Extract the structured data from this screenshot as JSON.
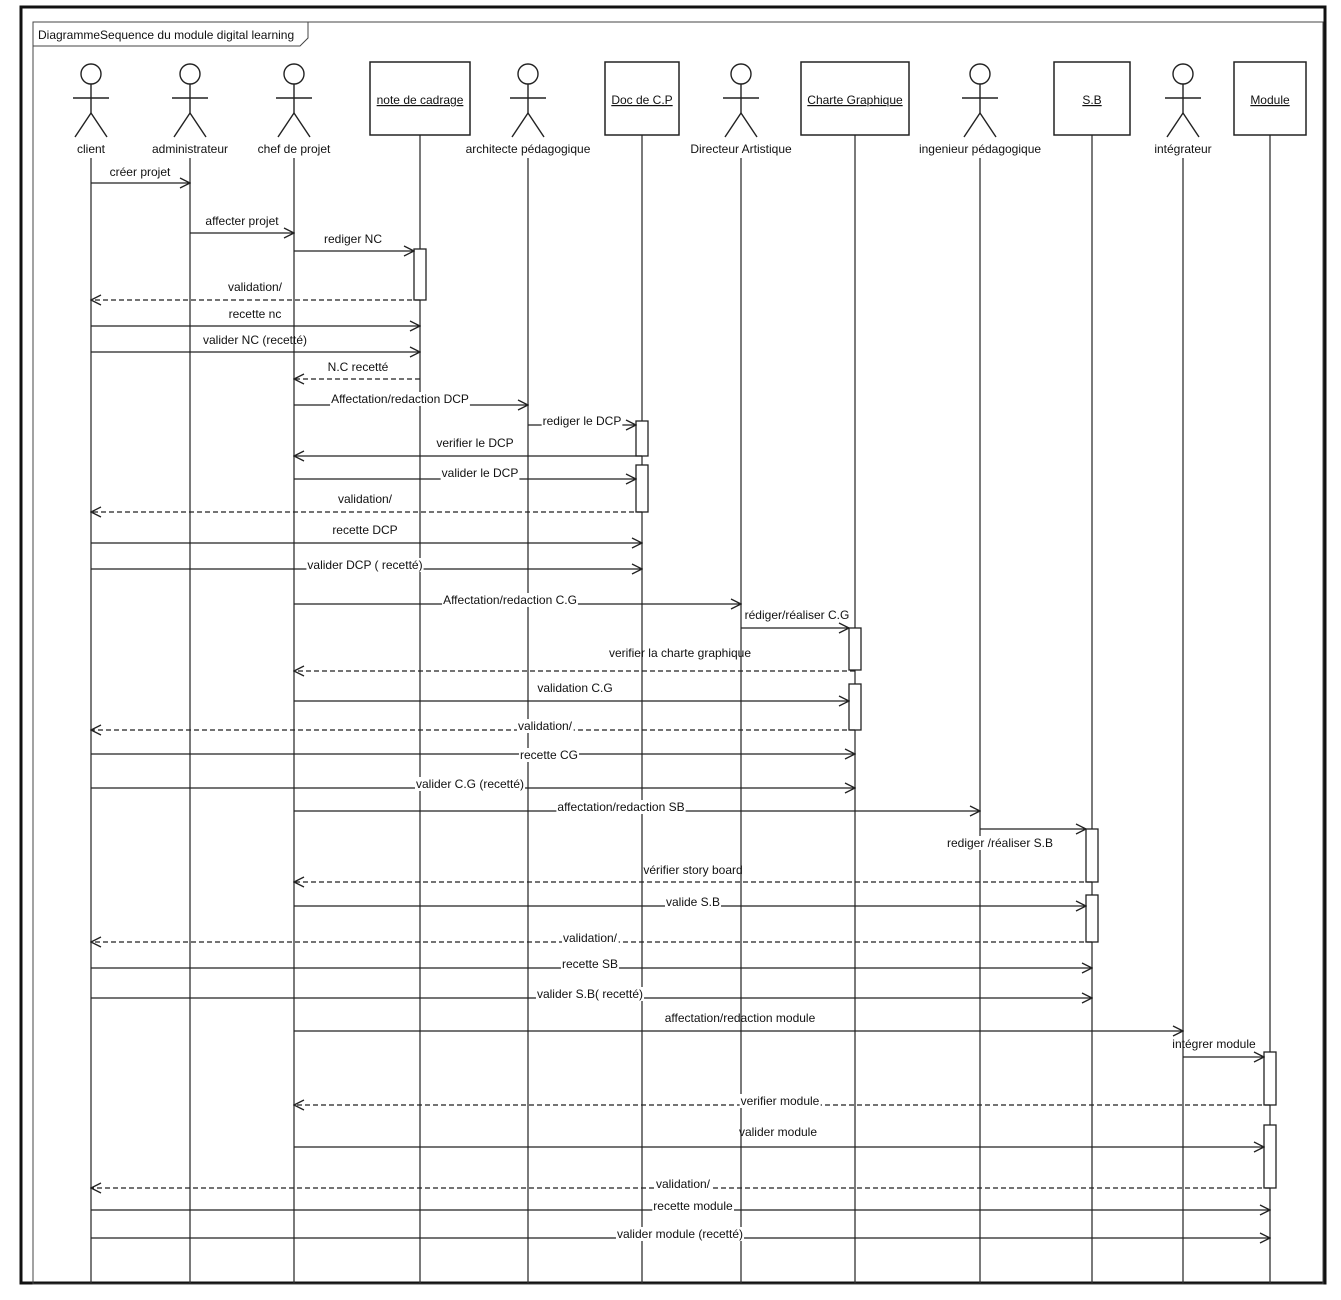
{
  "frame_title": "DiagrammeSequence du module digital learning",
  "participants": [
    {
      "kind": "actor",
      "label": "client"
    },
    {
      "kind": "actor",
      "label": "administrateur"
    },
    {
      "kind": "actor",
      "label": "chef de projet"
    },
    {
      "kind": "object",
      "label": "note de cadrage"
    },
    {
      "kind": "actor",
      "label": "architecte pédagogique"
    },
    {
      "kind": "object",
      "label": "Doc de C.P"
    },
    {
      "kind": "actor",
      "label": "Directeur Artistique"
    },
    {
      "kind": "object",
      "label": "Charte Graphique"
    },
    {
      "kind": "actor",
      "label": "ingenieur pédagogique"
    },
    {
      "kind": "object",
      "label": "S.B"
    },
    {
      "kind": "actor",
      "label": "intégrateur"
    },
    {
      "kind": "object",
      "label": "Module"
    }
  ],
  "messages": [
    {
      "from": 0,
      "to": 1,
      "label": "créer projet",
      "dashed": false
    },
    {
      "from": 1,
      "to": 2,
      "label": "affecter projet",
      "dashed": false
    },
    {
      "from": 2,
      "to": 3,
      "label": "rediger NC",
      "dashed": false
    },
    {
      "from": 3,
      "to": 0,
      "label": "validation/",
      "dashed": true
    },
    {
      "from": 0,
      "to": 3,
      "label": "recette nc",
      "dashed": false
    },
    {
      "from": 0,
      "to": 3,
      "label": "valider NC (recetté)",
      "dashed": false
    },
    {
      "from": 3,
      "to": 2,
      "label": "N.C recetté",
      "dashed": true
    },
    {
      "from": 2,
      "to": 4,
      "label": "Affectation/redaction DCP",
      "dashed": false
    },
    {
      "from": 4,
      "to": 5,
      "label": "rediger le DCP",
      "dashed": false
    },
    {
      "from": 5,
      "to": 2,
      "label": "verifier le DCP",
      "dashed": false
    },
    {
      "from": 2,
      "to": 5,
      "label": "valider le DCP",
      "dashed": false
    },
    {
      "from": 5,
      "to": 0,
      "label": "validation/",
      "dashed": true
    },
    {
      "from": 0,
      "to": 5,
      "label": "recette DCP",
      "dashed": false
    },
    {
      "from": 0,
      "to": 5,
      "label": "valider DCP ( recetté)",
      "dashed": false
    },
    {
      "from": 2,
      "to": 6,
      "label": "Affectation/redaction C.G",
      "dashed": false
    },
    {
      "from": 6,
      "to": 7,
      "label": "rédiger/réaliser C.G",
      "dashed": false
    },
    {
      "from": 7,
      "to": 2,
      "label": "verifier la charte graphique",
      "dashed": true
    },
    {
      "from": 2,
      "to": 7,
      "label": "validation C.G",
      "dashed": false
    },
    {
      "from": 7,
      "to": 0,
      "label": "validation/",
      "dashed": true
    },
    {
      "from": 0,
      "to": 7,
      "label": "recette CG",
      "dashed": false
    },
    {
      "from": 0,
      "to": 7,
      "label": "valider C.G (recetté)",
      "dashed": false
    },
    {
      "from": 2,
      "to": 8,
      "label": "affectation/redaction SB",
      "dashed": false
    },
    {
      "from": 8,
      "to": 9,
      "label": "rediger /réaliser S.B",
      "dashed": false
    },
    {
      "from": 9,
      "to": 2,
      "label": "vérifier story board",
      "dashed": true
    },
    {
      "from": 2,
      "to": 9,
      "label": "valide S.B",
      "dashed": false
    },
    {
      "from": 9,
      "to": 0,
      "label": "validation/",
      "dashed": true
    },
    {
      "from": 0,
      "to": 9,
      "label": "recette SB",
      "dashed": false
    },
    {
      "from": 0,
      "to": 9,
      "label": "valider S.B( recetté)",
      "dashed": false
    },
    {
      "from": 2,
      "to": 10,
      "label": "affectation/redaction module",
      "dashed": false
    },
    {
      "from": 10,
      "to": 11,
      "label": "intégrer module",
      "dashed": false
    },
    {
      "from": 11,
      "to": 2,
      "label": "verifier module",
      "dashed": true
    },
    {
      "from": 2,
      "to": 11,
      "label": "valider module",
      "dashed": false
    },
    {
      "from": 11,
      "to": 0,
      "label": "validation/",
      "dashed": true
    },
    {
      "from": 0,
      "to": 11,
      "label": "recette module",
      "dashed": false
    },
    {
      "from": 0,
      "to": 11,
      "label": "valider module (recetté)",
      "dashed": false
    }
  ]
}
